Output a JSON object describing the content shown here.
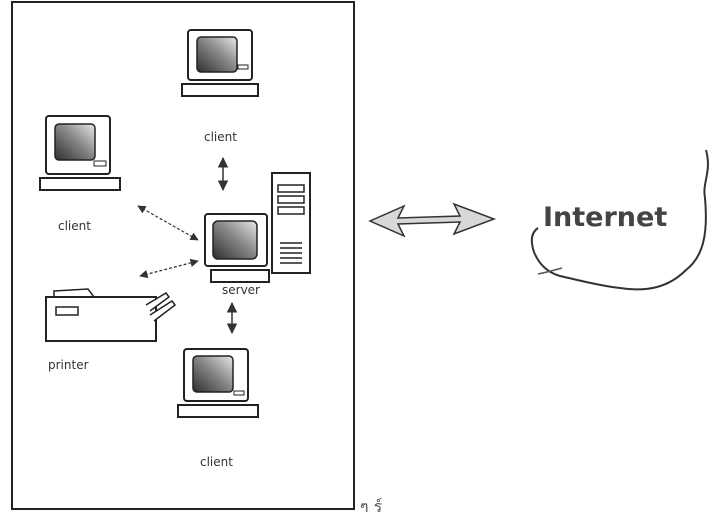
{
  "diagram": {
    "client_top_label": "client",
    "client_left_label": "client",
    "client_bottom_label": "client",
    "server_label": "server",
    "printer_label": "printer",
    "internet_label": "Internet",
    "bottom_text_fragment": "ๆ ร์"
  },
  "colors": {
    "ink": "#333333",
    "screen_dark": "#3a3a3a",
    "screen_light": "#cfcfcf"
  }
}
